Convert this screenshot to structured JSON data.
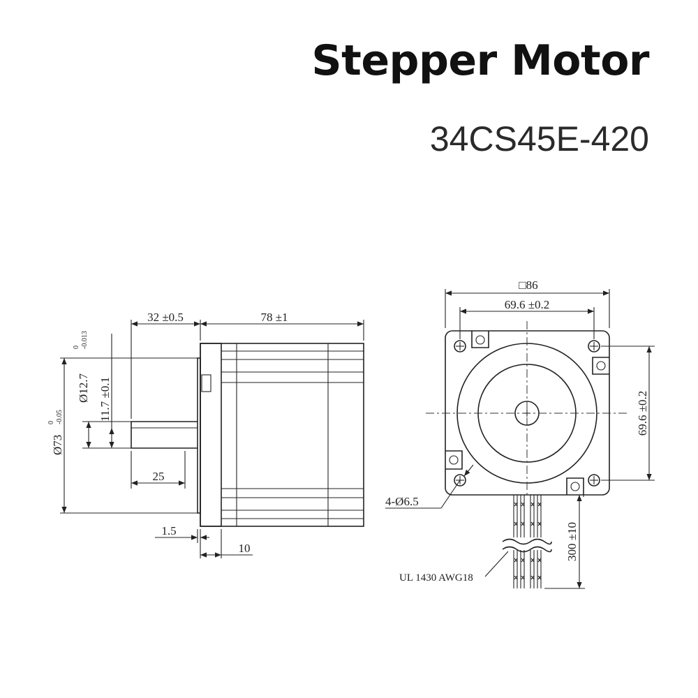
{
  "header": {
    "title": "Stepper Motor",
    "model": "34CS45E-420"
  },
  "side_view": {
    "dim_shaft_length": "32 ±0.5",
    "dim_body_length": "78 ±1",
    "dim_shaft_dia": "Ø12.7",
    "dim_shaft_dia_tol_upper": "0",
    "dim_shaft_dia_tol_lower": "-0.013",
    "dim_flat": "11.7 ±0.1",
    "dim_boss_dia": "Ø73",
    "dim_boss_tol_upper": "0",
    "dim_boss_tol_lower": "-0.05",
    "dim_flat_length": "25",
    "dim_boss_height": "1.5",
    "dim_flange_thickness": "10"
  },
  "front_view": {
    "dim_square": "□86",
    "dim_hole_spacing_h": "69.6 ±0.2",
    "dim_hole_spacing_v": "69.6 ±0.2",
    "dim_holes": "4-Ø6.5",
    "dim_lead_length": "300 ±10",
    "lead_wire_label": "UL 1430 AWG18"
  }
}
